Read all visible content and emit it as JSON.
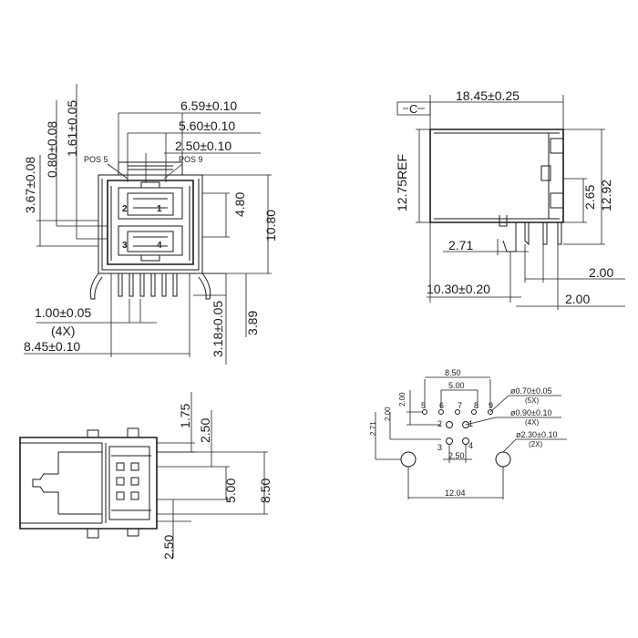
{
  "front_view": {
    "dims": {
      "d659": "6.59±0.10",
      "d560": "5.60±0.10",
      "d250": "2.50±0.10",
      "d480": "4.80",
      "d1080": "10.80",
      "d318": "3.18±0.05",
      "d389": "3.89",
      "d100": "1.00±0.05",
      "d100_count": "(4X)",
      "d845": "8.45±0.10",
      "d367": "3.67±0.08",
      "d080": "0.80±0.08",
      "d161": "1.61±0.05"
    },
    "labels": {
      "pos5": "POS 5",
      "pos9": "POS 9",
      "p1": "1",
      "p2": "2",
      "p3": "3",
      "p4": "4"
    }
  },
  "side_view": {
    "dims": {
      "c": "C",
      "d1845": "18.45±0.25",
      "d1275": "12.75REF",
      "d1292": "12.92",
      "d265": "2.65",
      "d271": "2.71",
      "d200a": "2.00",
      "d1030": "10.30±0.20",
      "d200b": "2.00"
    }
  },
  "bottom_view": {
    "dims": {
      "d175": "1.75",
      "d250a": "2.50",
      "d500": "5.00",
      "d850": "8.50",
      "d250b": "2.50"
    }
  },
  "footprint": {
    "dims": {
      "d850": "8.50",
      "d500": "5.00",
      "d200v": "2.00",
      "d200v2": "2.00",
      "d271": "2.71",
      "d250": "2.50",
      "d1204": "12.04"
    },
    "pins": {
      "p5": "5",
      "p6": "6",
      "p7": "7",
      "p8": "8",
      "p9": "9",
      "p1": "1",
      "p2": "2",
      "p3": "3",
      "p4": "4"
    },
    "notes": {
      "n1": "ø0.70±0.05",
      "n1c": "(5X)",
      "n2": "ø0.90±0.10",
      "n2c": "(4X)",
      "n3": "ø2.30±0.10",
      "n3c": "(2X)"
    }
  }
}
